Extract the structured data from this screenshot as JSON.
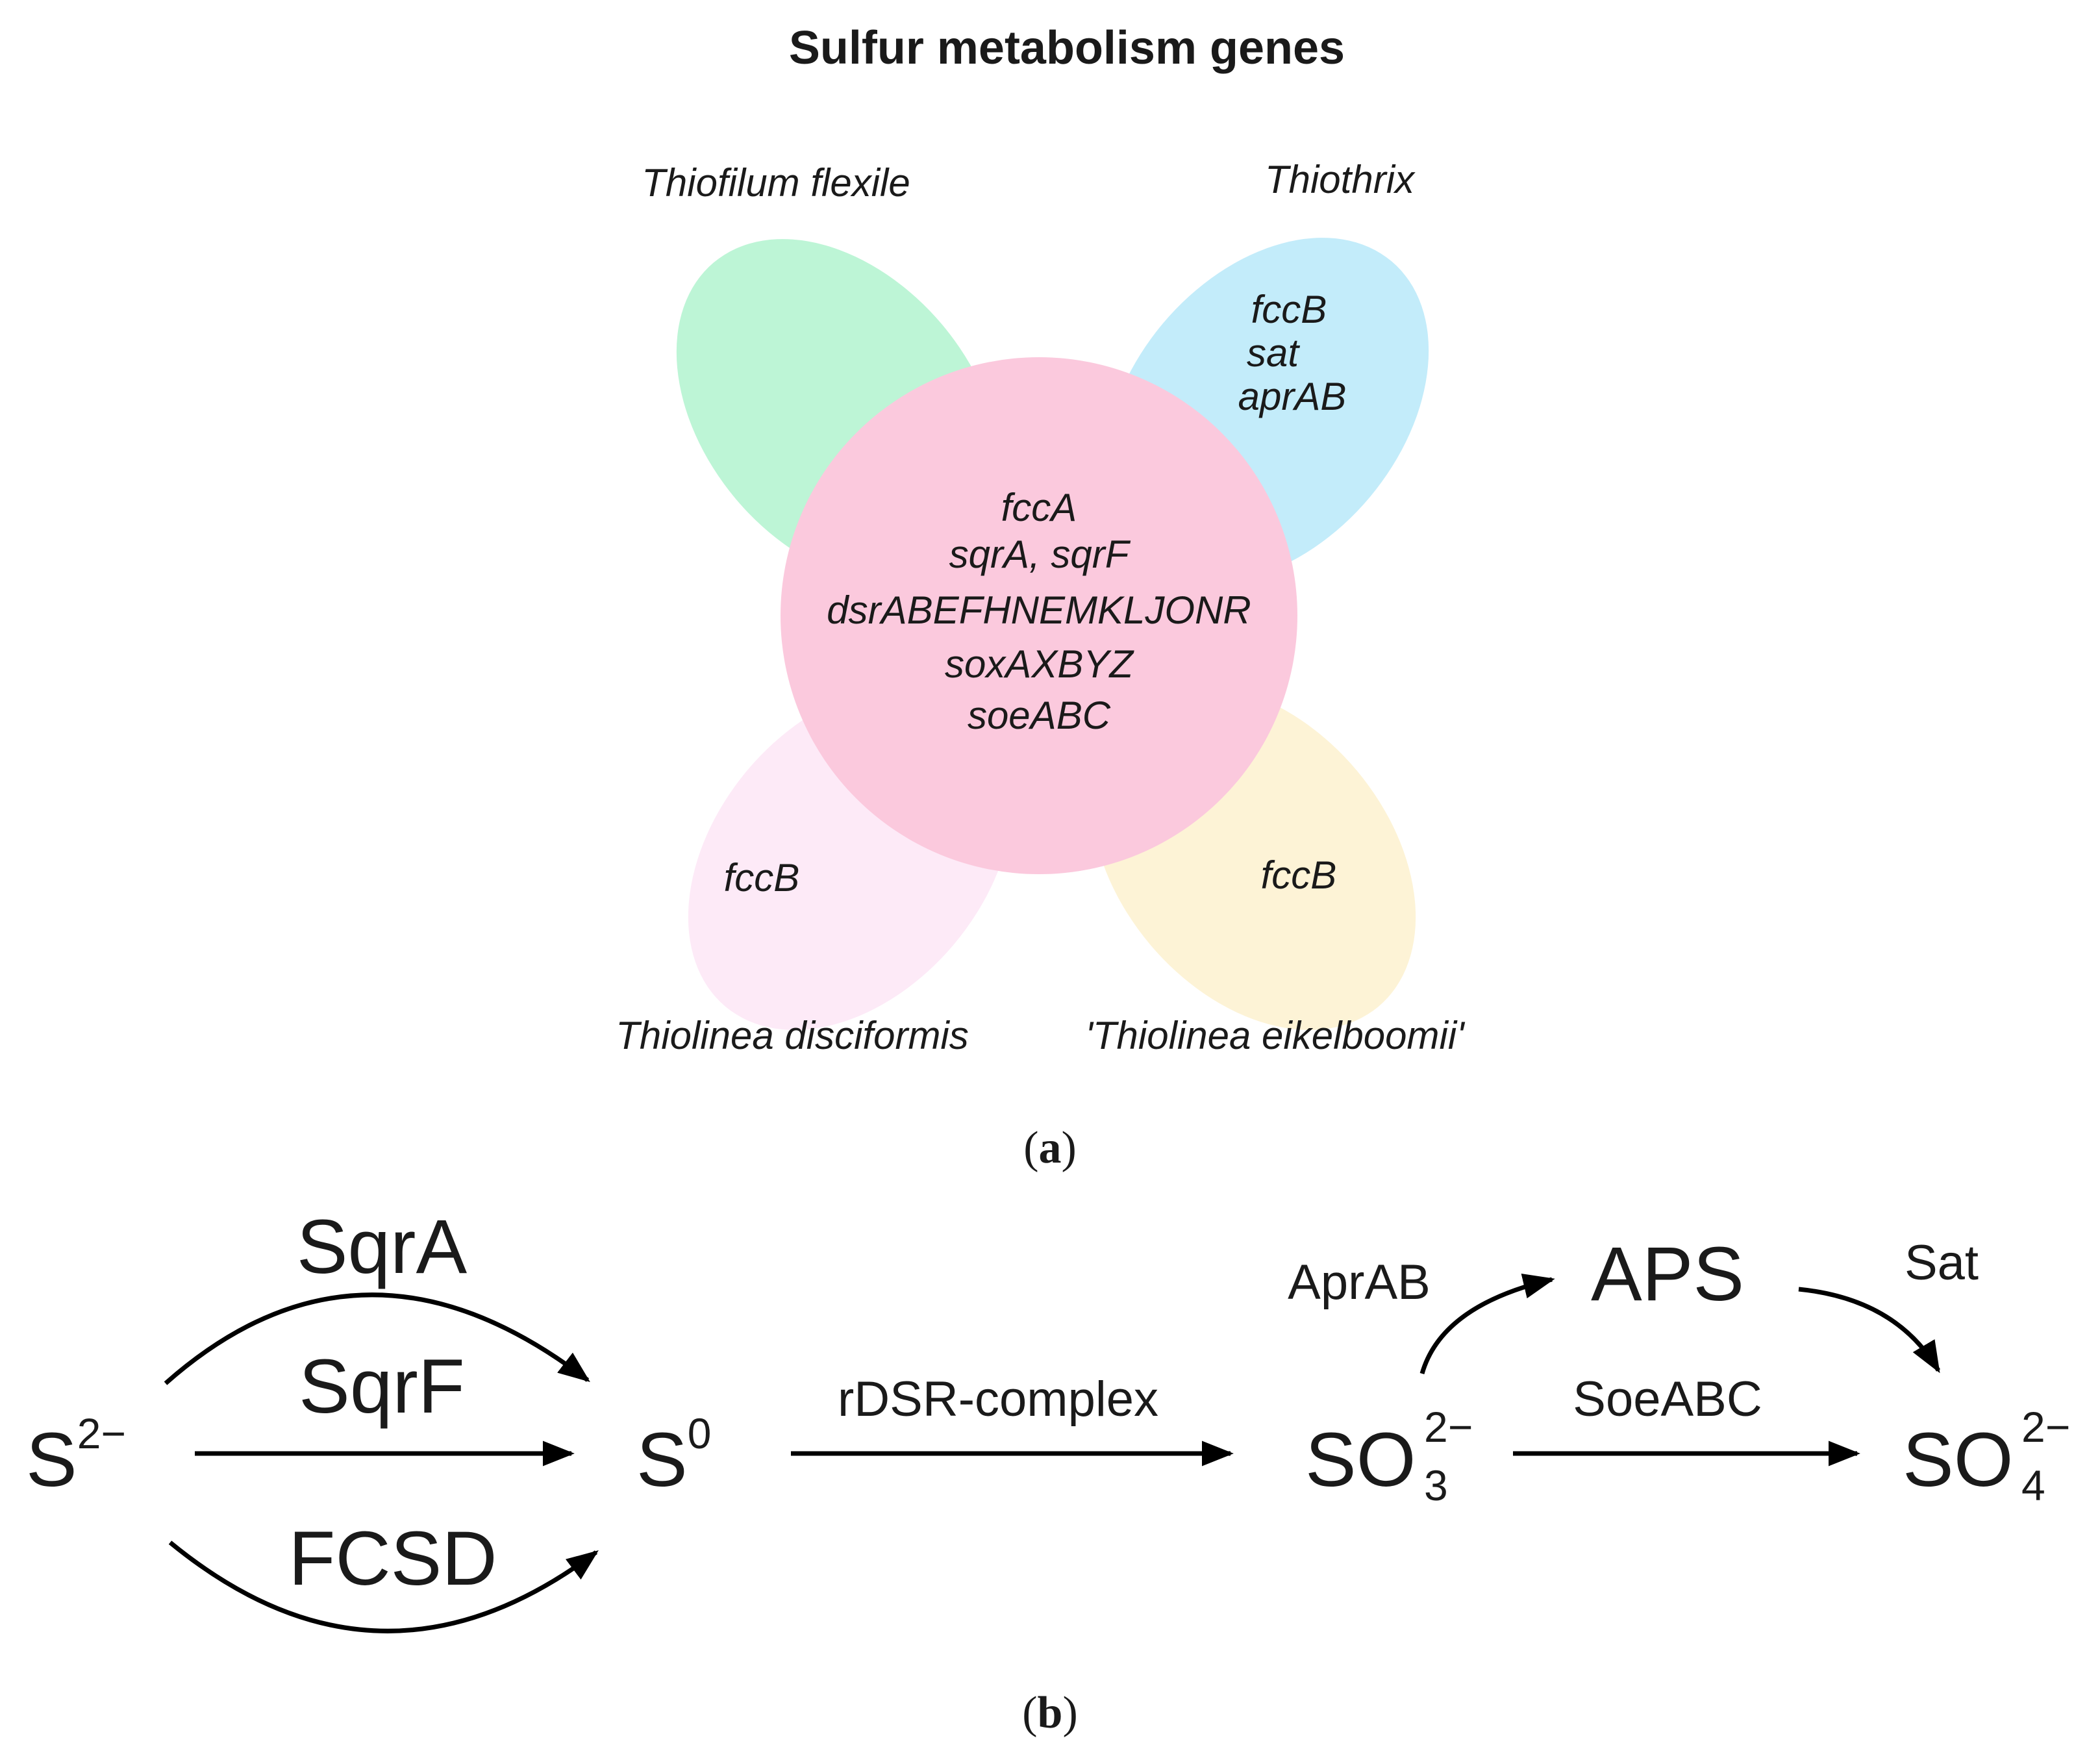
{
  "panel_a": {
    "title": "Sulfur metabolism genes",
    "panel_label": "a",
    "petals": {
      "top_left": {
        "organism": "Thiofilum flexile",
        "color": "#bdf5d6",
        "genes": []
      },
      "top_right": {
        "organism": "Thiothrix",
        "color": "#c3ecfa",
        "genes": [
          "fccB",
          "sat",
          "aprAB"
        ]
      },
      "bottom_left": {
        "organism": "Thiolinea disciformis",
        "color": "#fdeaf7",
        "genes": [
          "fccB"
        ]
      },
      "bottom_right": {
        "organism": "'Thiolinea eikelboomii'",
        "color": "#fdf3d6",
        "genes": [
          "fccB"
        ]
      }
    },
    "core": {
      "color": "#fbc9dd",
      "genes": [
        "fccA",
        "sqrA, sqrF",
        "dsrABEFHNEMKLJONR",
        "soxAXBYZ",
        "soeABC"
      ]
    }
  },
  "panel_b": {
    "panel_label": "b",
    "species": {
      "sulfide": {
        "base": "S",
        "sup": "2−"
      },
      "sulfur": {
        "base": "S",
        "sup": "0"
      },
      "sulfite": {
        "base": "SO",
        "sub": "3",
        "sup": "2−"
      },
      "aps": {
        "base": "APS"
      },
      "sulfate": {
        "base": "SO",
        "sub": "4",
        "sup": "2−"
      }
    },
    "enzymes": {
      "sqrA": "SqrA",
      "sqrF": "SqrF",
      "fcsd": "FCSD",
      "rdsr": "rDSR-complex",
      "aprab": "AprAB",
      "sat": "Sat",
      "soeabc": "SoeABC"
    }
  }
}
